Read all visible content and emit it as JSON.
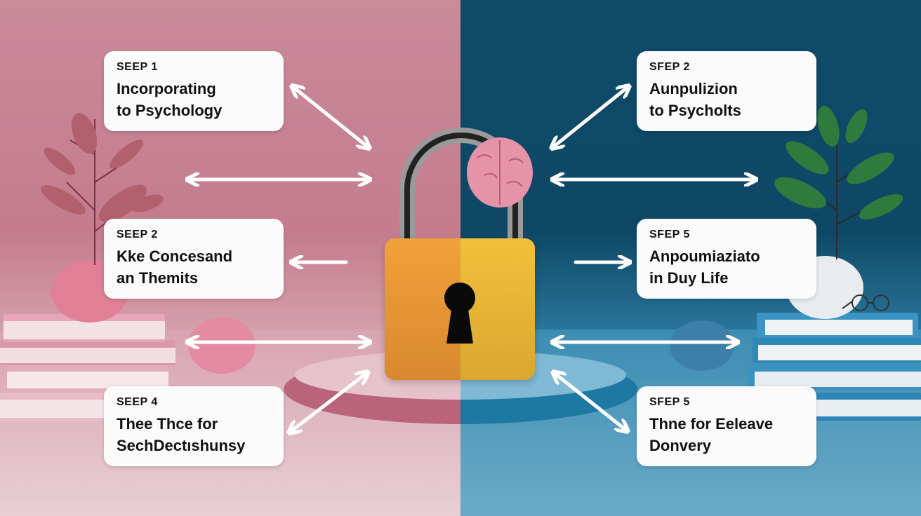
{
  "cards": [
    {
      "step": "SEEP 1",
      "line1": "Incorporating",
      "line2": "to Psychology"
    },
    {
      "step": "SFEP 2",
      "line1": "Aunpulizion",
      "line2": "to Psycholts"
    },
    {
      "step": "SEEP 2",
      "line1": "Kke Concesand",
      "line2": "an Themits"
    },
    {
      "step": "SFEP 5",
      "line1": "Anpoumiaziato",
      "line2": "in Duy Life"
    },
    {
      "step": "SEEP 4",
      "line1": "Thee Thce for",
      "line2": "SechDectıshunsy"
    },
    {
      "step": "SFEP 5",
      "line1": "Thne for Eeleave",
      "line2": "Donvery"
    }
  ],
  "colors": {
    "left_bg": "#c98a9a",
    "right_bg": "#0f4a68",
    "lock_left": "#e8962f",
    "lock_right": "#ecb935",
    "card_bg": "#fbfbfb",
    "arrow": "#ffffff"
  },
  "scene": {
    "center_object": "padlock",
    "accent_object": "brain"
  }
}
